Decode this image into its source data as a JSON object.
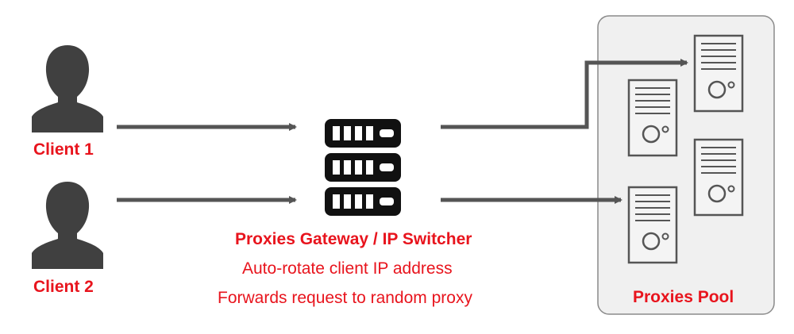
{
  "clients": [
    {
      "label": "Client 1"
    },
    {
      "label": "Client 2"
    }
  ],
  "gateway": {
    "title": "Proxies Gateway / IP Switcher",
    "line1": "Auto-rotate client IP address",
    "line2": "Forwards request to random proxy"
  },
  "pool": {
    "label": "Proxies Pool"
  },
  "colors": {
    "accent": "#e8141d",
    "arrow": "#555555",
    "icon": "#404040",
    "server": "#111111",
    "pool_bg": "#f0f0f0",
    "pool_border": "#8a8a8a"
  },
  "icons": [
    "person-icon",
    "server-rack-icon",
    "server-tower-icon"
  ]
}
